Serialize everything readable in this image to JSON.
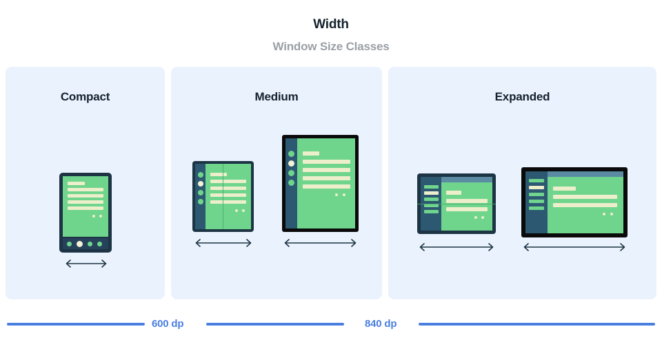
{
  "header": {
    "title": "Width",
    "subtitle": "Window Size Classes"
  },
  "panels": [
    {
      "id": "compact",
      "label": "Compact",
      "devices": [
        {
          "name": "phone-portrait",
          "type": "phone",
          "orientation": "portrait",
          "nav": "bottom-bar",
          "nav_items": 4,
          "nav_selected_index": 1
        }
      ]
    },
    {
      "id": "medium",
      "label": "Medium",
      "devices": [
        {
          "name": "foldable-unfolded-portrait",
          "type": "foldable",
          "orientation": "portrait",
          "nav": "nav-rail",
          "nav_items": 4,
          "nav_selected_index": 1,
          "crease": "vertical"
        },
        {
          "name": "tablet-portrait",
          "type": "tablet",
          "orientation": "portrait",
          "nav": "nav-rail",
          "nav_items": 4,
          "nav_selected_index": 1,
          "crease": "none"
        }
      ]
    },
    {
      "id": "expanded",
      "label": "Expanded",
      "devices": [
        {
          "name": "foldable-unfolded-landscape",
          "type": "foldable",
          "orientation": "landscape",
          "nav": "nav-drawer",
          "nav_items": 5,
          "nav_selected_index": 1,
          "crease": "horizontal"
        },
        {
          "name": "tablet-landscape",
          "type": "tablet",
          "orientation": "landscape",
          "nav": "nav-drawer",
          "nav_items": 5,
          "nav_selected_index": 1,
          "crease": "none"
        }
      ]
    }
  ],
  "breakpoints": [
    {
      "id": "bp-600",
      "label": "600 dp"
    },
    {
      "id": "bp-840",
      "label": "840 dp"
    }
  ],
  "colors": {
    "page_background": "#ffffff",
    "panel_background": "#eaf2fd",
    "title_text": "#14212e",
    "subtitle_text": "#9aa0a6",
    "device_frame_dark": "#1d3444",
    "device_frame_black": "#000000",
    "screen_green": "#6fd58d",
    "content_cream": "#edeecb",
    "nav_rail_blue": "#2d5871",
    "app_bar_blue": "#5b8aa3",
    "breakpoint_blue": "#4a7fe0",
    "arrow_navy": "#1d3444"
  }
}
